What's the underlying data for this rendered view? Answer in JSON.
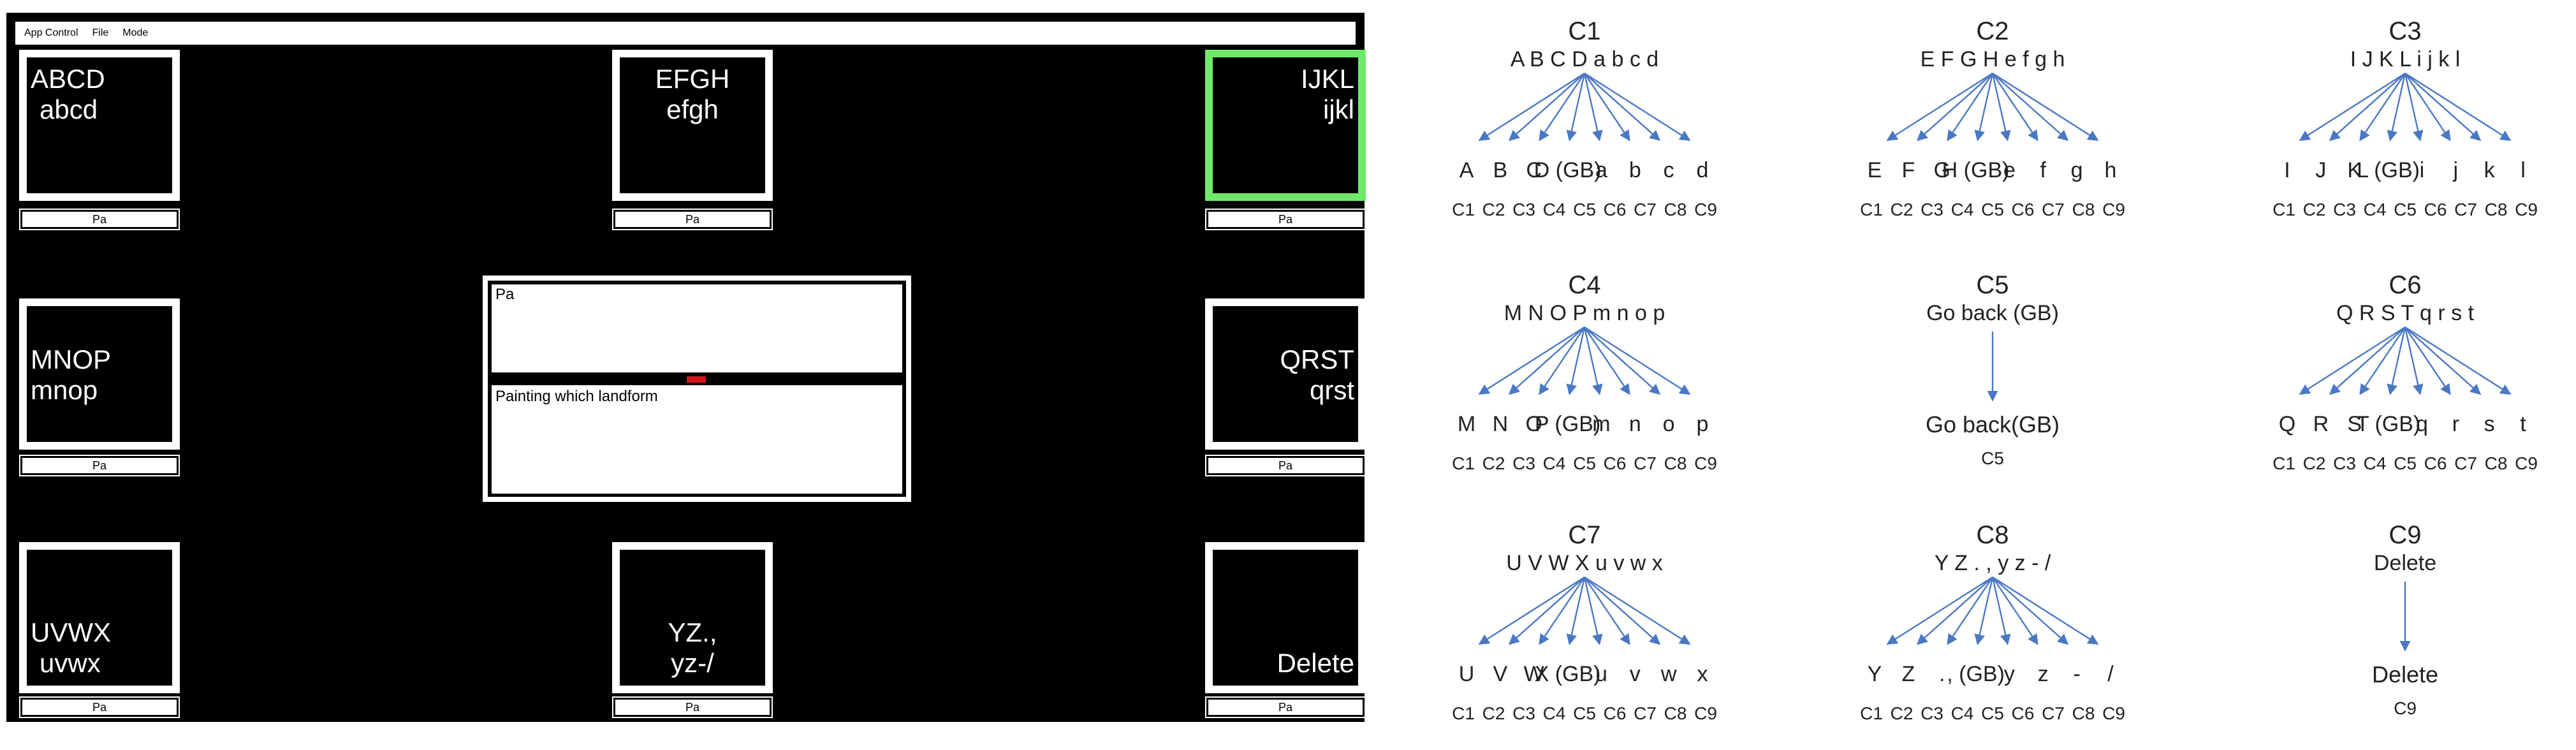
{
  "app": {
    "menu": [
      "App Control",
      "File",
      "Mode"
    ],
    "keys": [
      {
        "line1": "ABCD",
        "line2": "abcd",
        "prediction": "Pa"
      },
      {
        "line1": "EFGH",
        "line2": "efgh",
        "prediction": "Pa"
      },
      {
        "line1": "IJKL",
        "line2": "ijkl",
        "prediction": "Pa"
      },
      {
        "line1": "MNOP",
        "line2": "mnop",
        "prediction": "Pa"
      },
      {
        "line1": "QRST",
        "line2": "qrst",
        "prediction": "Pa"
      },
      {
        "line1": "UVWX",
        "line2": "uvwx",
        "prediction": "Pa"
      },
      {
        "line1": "YZ.,",
        "line2": "yz-/",
        "prediction": "Pa"
      },
      {
        "line1": "Delete",
        "line2": "",
        "prediction": "Pa"
      }
    ],
    "text_panel": {
      "typed": "Pa",
      "suggestion": "Painting which landform"
    },
    "active_color": "#6fe96a",
    "marker_color": "#d3131f"
  },
  "diagram": {
    "arrow_color": "#4a78c4",
    "blocks": [
      {
        "id": "C1",
        "header": "A B C D a b c d",
        "children": [
          "A",
          "B",
          "C",
          "D (GB)",
          "a",
          "b",
          "c",
          "d"
        ],
        "codes": [
          "C1",
          "C2",
          "C3",
          "C4",
          "C5",
          "C6",
          "C7",
          "C8",
          "C9"
        ]
      },
      {
        "id": "C2",
        "header": "E F G H e f g h",
        "children": [
          "E",
          "F",
          "G",
          "H (GB)",
          "e",
          "f",
          "g",
          "h"
        ],
        "codes": [
          "C1",
          "C2",
          "C3",
          "C4",
          "C5",
          "C6",
          "C7",
          "C8",
          "C9"
        ]
      },
      {
        "id": "C3",
        "header": "I J K L i j k l",
        "children": [
          "I",
          "J",
          "K",
          "L (GB)",
          "i",
          "j",
          "k",
          "l"
        ],
        "codes": [
          "C1",
          "C2",
          "C3",
          "C4",
          "C5",
          "C6",
          "C7",
          "C8",
          "C9"
        ]
      },
      {
        "id": "C4",
        "header": "M N O P m n o p",
        "children": [
          "M",
          "N",
          "O",
          "P (GB)",
          "m",
          "n",
          "o",
          "p"
        ],
        "codes": [
          "C1",
          "C2",
          "C3",
          "C4",
          "C5",
          "C6",
          "C7",
          "C8",
          "C9"
        ]
      },
      {
        "id": "C5",
        "header": "Go back (GB)",
        "single": "Go back(GB)",
        "single_code": "C5"
      },
      {
        "id": "C6",
        "header": "Q R S T q r s t",
        "children": [
          "Q",
          "R",
          "S",
          "T (GB)",
          "q",
          "r",
          "s",
          "t"
        ],
        "codes": [
          "C1",
          "C2",
          "C3",
          "C4",
          "C5",
          "C6",
          "C7",
          "C8",
          "C9"
        ]
      },
      {
        "id": "C7",
        "header": "U V W X u v w x",
        "children": [
          "U",
          "V",
          "W",
          "X (GB)",
          "u",
          "v",
          "w",
          "x"
        ],
        "codes": [
          "C1",
          "C2",
          "C3",
          "C4",
          "C5",
          "C6",
          "C7",
          "C8",
          "C9"
        ]
      },
      {
        "id": "C8",
        "header": "Y Z . , y z - /",
        "children": [
          "Y",
          "Z",
          ".",
          ", (GB)",
          "y",
          "z",
          "-",
          "/"
        ],
        "codes": [
          "C1",
          "C2",
          "C3",
          "C4",
          "C5",
          "C6",
          "C7",
          "C8",
          "C9"
        ]
      },
      {
        "id": "C9",
        "header": "Delete",
        "single": "Delete",
        "single_code": "C9"
      }
    ]
  }
}
